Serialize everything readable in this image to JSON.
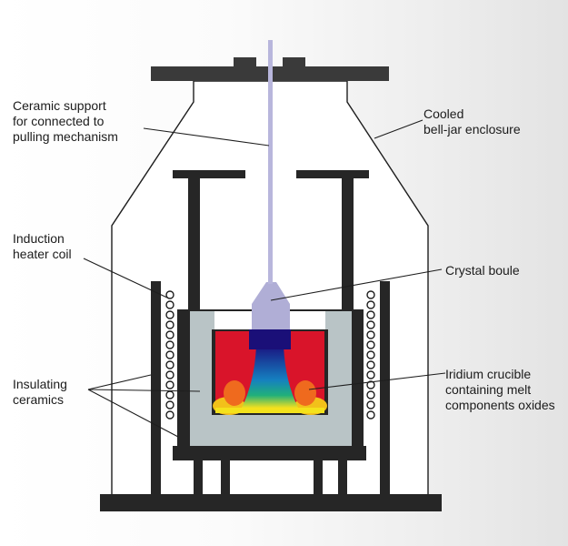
{
  "labels": {
    "ceramic_support": "Ceramic support\nfor connected to\npulling mechanism",
    "bell_jar": "Cooled\nbell-jar enclosure",
    "induction_coil": "Induction\nheater coil",
    "crystal_boule": "Crystal boule",
    "insulating_ceramics": "Insulating\nceramics",
    "iridium_crucible": "Iridium crucible\ncontaining melt\ncomponents oxides"
  },
  "colors": {
    "structure": "#2a2a2a",
    "enclosure_fill": "#ffffff",
    "rod": "#b8b6dc",
    "crystal": "#b0aed6",
    "insulation": "#b9c4c6",
    "melt_hot": "#d9142a",
    "melt_core": "#1a0f78"
  }
}
